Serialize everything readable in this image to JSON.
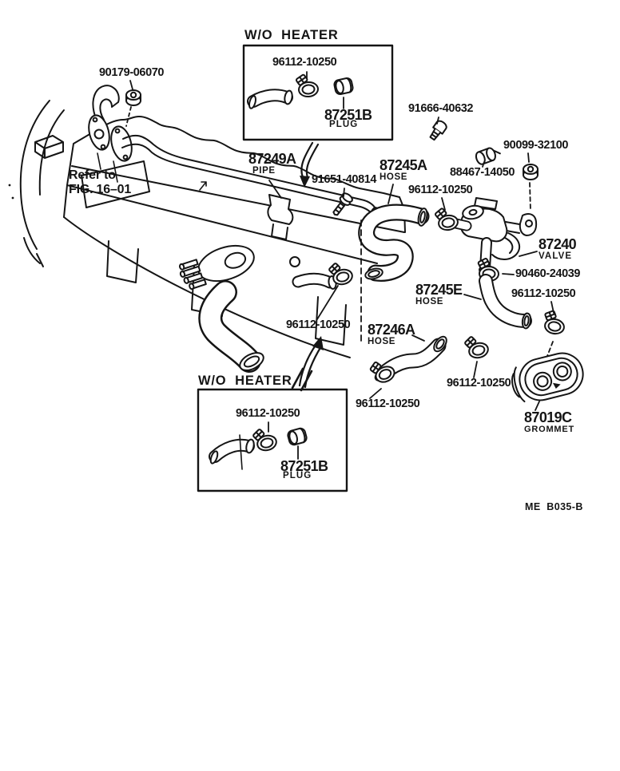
{
  "page": {
    "background": "#ffffff",
    "ink": "#151515"
  },
  "note": {
    "line1": "Refer to",
    "line2": "FIG. 16–01"
  },
  "footer": {
    "code": "ME  B035-B"
  },
  "insets": {
    "top": {
      "title": "W/O  HEATER",
      "clamp_number": "96112-10250",
      "plug_number": "87251B",
      "plug_name": "PLUG"
    },
    "bottom": {
      "title": "W/O  HEATER",
      "clamp_number": "96112-10250",
      "plug_number": "87251B",
      "plug_name": "PLUG"
    }
  },
  "labels": [
    {
      "number": "90179-06070"
    },
    {
      "number": "91666-40632"
    },
    {
      "number": "90099-32100"
    },
    {
      "number": "87249A",
      "name": "PIPE"
    },
    {
      "number": "91651-40814"
    },
    {
      "number": "87245A",
      "name": "HOSE"
    },
    {
      "number": "96112-10250"
    },
    {
      "number": "88467-14050"
    },
    {
      "number": "87240",
      "name": "VALVE"
    },
    {
      "number": "90460-24039"
    },
    {
      "number": "87245E",
      "name": "HOSE"
    },
    {
      "number": "96112-10250"
    },
    {
      "number": "96112-10250"
    },
    {
      "number": "87246A",
      "name": "HOSE"
    },
    {
      "number": "96112-10250"
    },
    {
      "number": "96112-10250"
    },
    {
      "number": "87019C",
      "name": "GROMMET"
    }
  ]
}
